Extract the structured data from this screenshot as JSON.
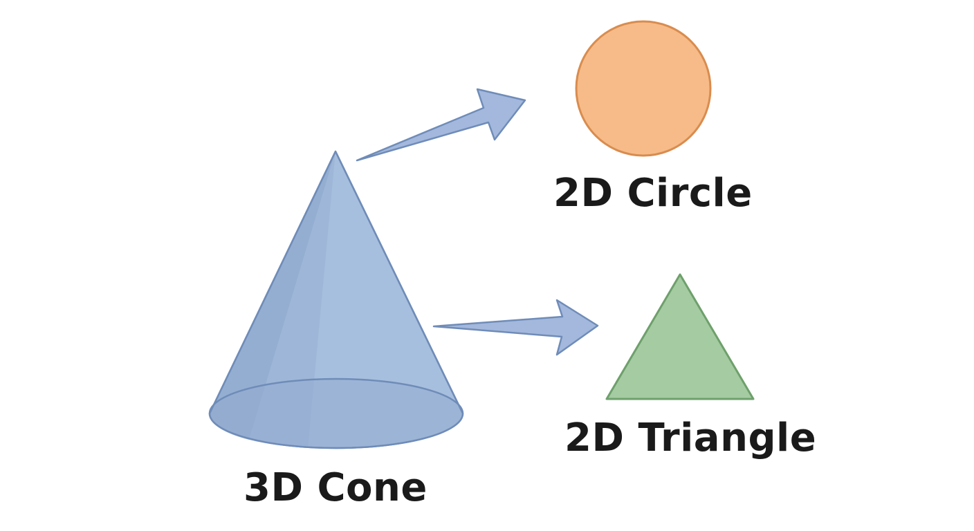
{
  "labels": {
    "circle": "2D Circle",
    "triangle": "2D Triangle",
    "cone": "3D Cone"
  },
  "colors": {
    "cone_fill": "#a7bfde",
    "cone_stroke": "#6f8cb8",
    "arrow_fill": "#a3b8dc",
    "arrow_stroke": "#6f8cb8",
    "circle_fill": "#f6bb88",
    "circle_stroke": "#d98c4e",
    "triangle_fill": "#a5cba2",
    "triangle_stroke": "#6ea06b"
  }
}
